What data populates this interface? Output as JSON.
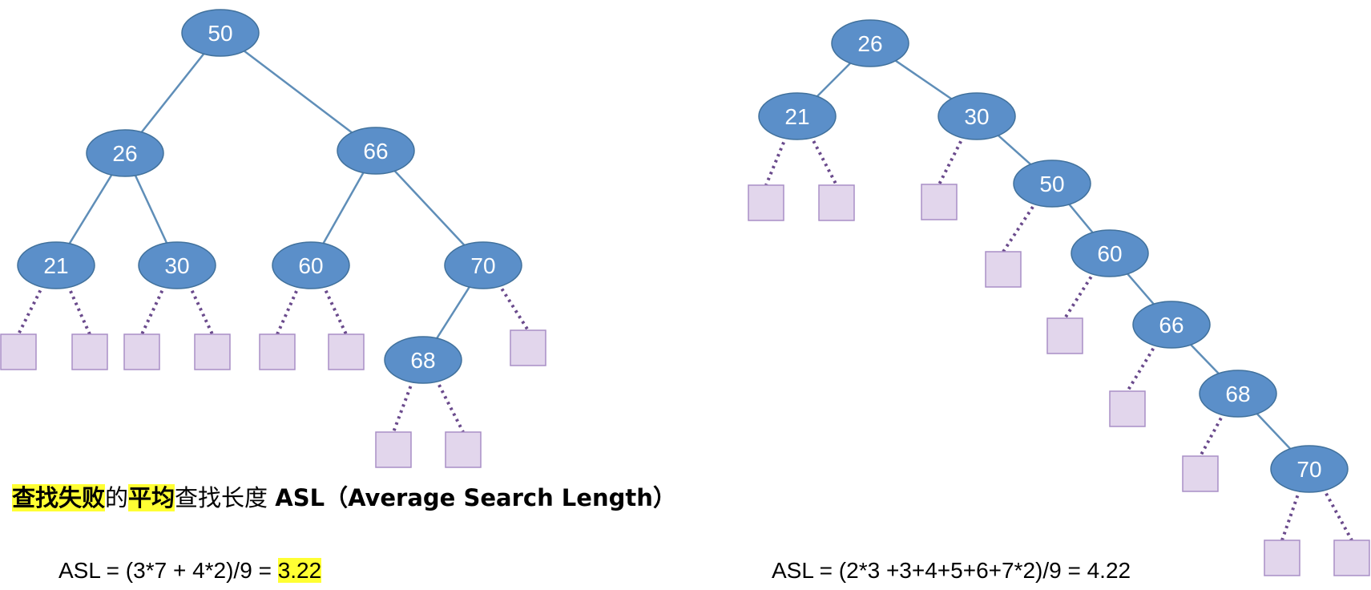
{
  "colors": {
    "node_fill": "#5b8fc9",
    "node_stroke": "#41719c",
    "edge": "#5f8eb8",
    "null_edge": "#6a4a8c",
    "null_box_fill": "#e2d6ec",
    "null_box_stroke": "#a98fc6",
    "highlight": "#ffff33"
  },
  "left_tree": {
    "nodes": [
      "50",
      "26",
      "66",
      "21",
      "30",
      "60",
      "70",
      "68"
    ],
    "edges": [
      [
        "50",
        "26"
      ],
      [
        "50",
        "66"
      ],
      [
        "26",
        "21"
      ],
      [
        "26",
        "30"
      ],
      [
        "66",
        "60"
      ],
      [
        "66",
        "70"
      ],
      [
        "70",
        "68"
      ]
    ],
    "null_leaf_count": 9
  },
  "right_tree": {
    "nodes": [
      "26",
      "21",
      "30",
      "50",
      "60",
      "66",
      "68",
      "70"
    ],
    "edges": [
      [
        "26",
        "21"
      ],
      [
        "26",
        "30"
      ],
      [
        "30",
        "50"
      ],
      [
        "50",
        "60"
      ],
      [
        "60",
        "66"
      ],
      [
        "66",
        "68"
      ],
      [
        "68",
        "70"
      ]
    ],
    "null_leaf_count": 9
  },
  "caption": {
    "part1": "查找失败",
    "part2": "的",
    "part3": "平均",
    "part4": "查找长度 ",
    "part5": "ASL（Average Search Length）"
  },
  "formula_left": {
    "expr": "ASL = (3*7 + 4*2)/9 = ",
    "result": "3.22"
  },
  "formula_right": {
    "expr": "ASL = (2*3 +3+4+5+6+7*2)/9 = 4.22"
  }
}
